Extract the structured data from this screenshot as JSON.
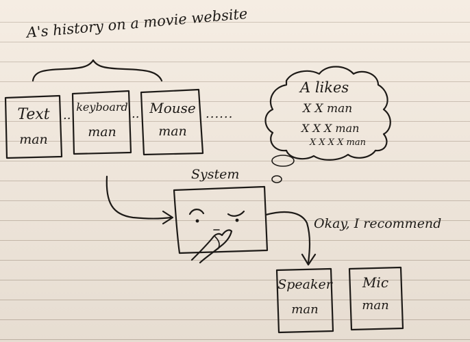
{
  "heading": "A's history on a movie website",
  "history": {
    "cards": [
      {
        "line1": "Text",
        "line2": "man"
      },
      {
        "line1": "keyboard",
        "line2": "man"
      },
      {
        "line1": "Mouse",
        "line2": "man"
      }
    ],
    "sep1": "..",
    "sep2": "..",
    "trail": "......"
  },
  "thought": {
    "title": "A likes",
    "items": [
      "X X man",
      "X X X man",
      "X X X X man"
    ]
  },
  "system_label": "System",
  "recommend_label": "Okay, I recommend",
  "recommendations": [
    {
      "line1": "Speaker",
      "line2": "man"
    },
    {
      "line1": "Mic",
      "line2": "man"
    }
  ]
}
